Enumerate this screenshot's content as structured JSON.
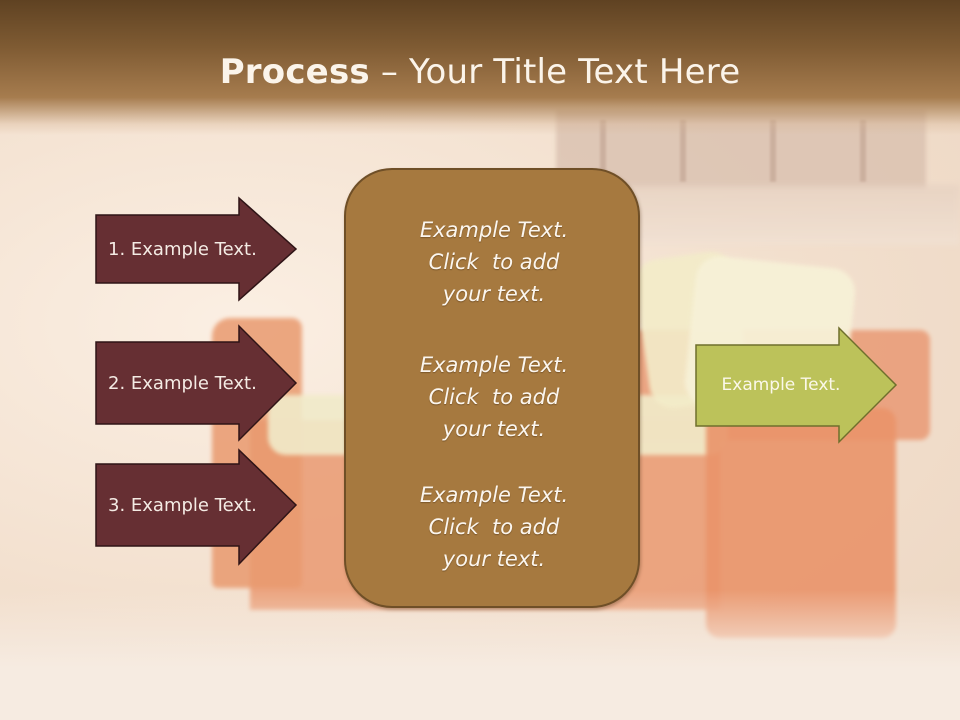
{
  "title": {
    "bold": "Process",
    "rest": " – Your Title Text Here"
  },
  "inputs": [
    {
      "label": "1. Example Text."
    },
    {
      "label": "2. Example Text."
    },
    {
      "label": "3. Example Text."
    }
  ],
  "center": {
    "paragraphs": [
      [
        "Example Text.",
        "Click  to add",
        "your text."
      ],
      [
        "Example Text.",
        "Click  to add",
        "your text."
      ],
      [
        "Example Text.",
        "Click  to add",
        "your text."
      ]
    ]
  },
  "output": {
    "label": "Example Text."
  },
  "colors": {
    "input_arrow_fill": "#662f33",
    "center_box_fill": "#a6793f",
    "output_arrow_fill": "#bcc25a",
    "title_band": "#7f5b33"
  }
}
